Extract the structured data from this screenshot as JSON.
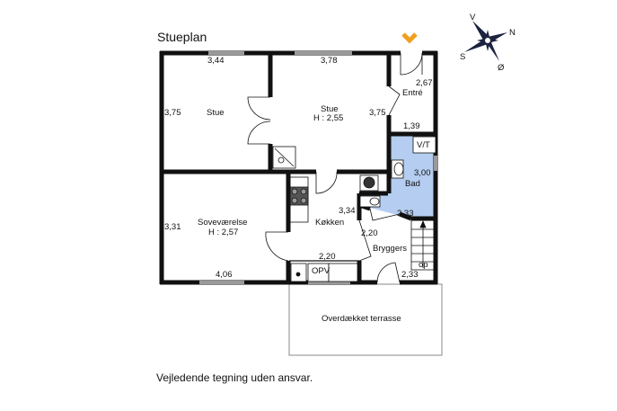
{
  "title": "Stueplan",
  "disclaimer": "Vejledende tegning uden ansvar.",
  "compass": {
    "labels": [
      "V",
      "N",
      "S",
      "Ø"
    ]
  },
  "colors": {
    "wall": "#111111",
    "window": "#9a9a9a",
    "bathroom": "#b4cdf0",
    "entrance_marker": "#f0a020"
  },
  "rooms": {
    "stue1": {
      "name": "Stue",
      "width": "3,44",
      "depth": "3,75"
    },
    "stue2": {
      "name": "Stue",
      "height": "H : 2,55",
      "width": "3,78",
      "depth": "3,75"
    },
    "entre": {
      "name": "Entré",
      "depth": "2,67",
      "width": "1,39"
    },
    "bad": {
      "name": "Bad",
      "depth": "3,00",
      "width": "2,33",
      "vt": "V/T"
    },
    "sovevaerelse": {
      "name": "Soveværelse",
      "height": "H : 2,57",
      "depth": "3,31",
      "width": "4,06"
    },
    "kokken": {
      "name": "Køkken",
      "depth": "3,34",
      "width": "2,20"
    },
    "opv": {
      "name": "OPV"
    },
    "bryggers": {
      "name": "Bryggers",
      "depth": "2,20",
      "width": "2,33",
      "stairs": "op"
    },
    "terrasse": {
      "name": "Overdækket terrasse"
    }
  }
}
